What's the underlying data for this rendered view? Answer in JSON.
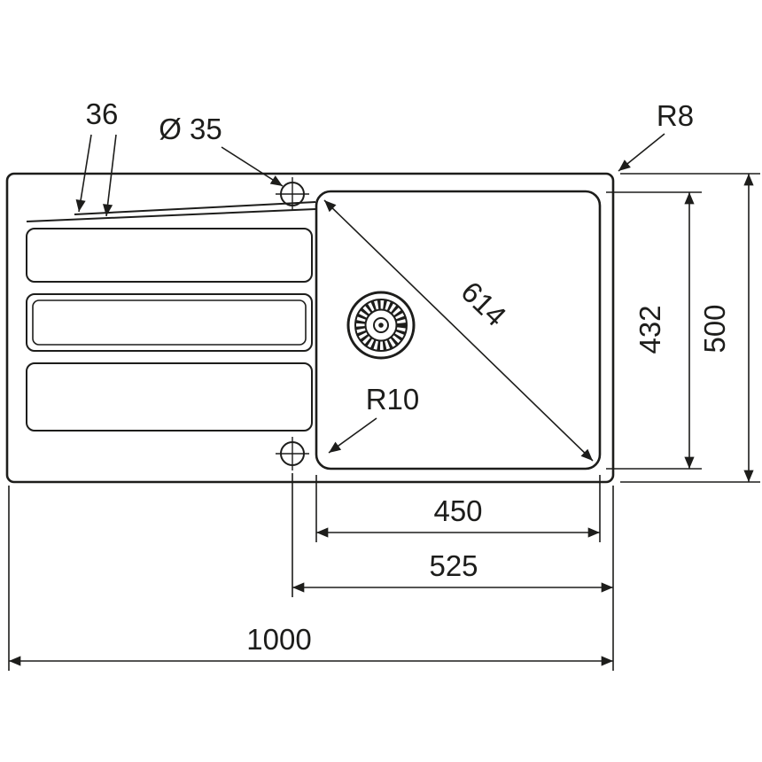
{
  "drawing": {
    "title": "sink-technical-drawing",
    "labels": {
      "edge_offset": "36",
      "tap_hole_diameter": "Ø 35",
      "outer_corner_radius": "R8",
      "bowl_diagonal": "614",
      "bowl_front_to_back": "432",
      "overall_depth": "500",
      "bowl_corner_radius": "R10",
      "bowl_width": "450",
      "tap_to_edge": "525",
      "overall_width": "1000"
    },
    "colors": {
      "line": "#1d1d1b",
      "background": "#ffffff"
    }
  }
}
